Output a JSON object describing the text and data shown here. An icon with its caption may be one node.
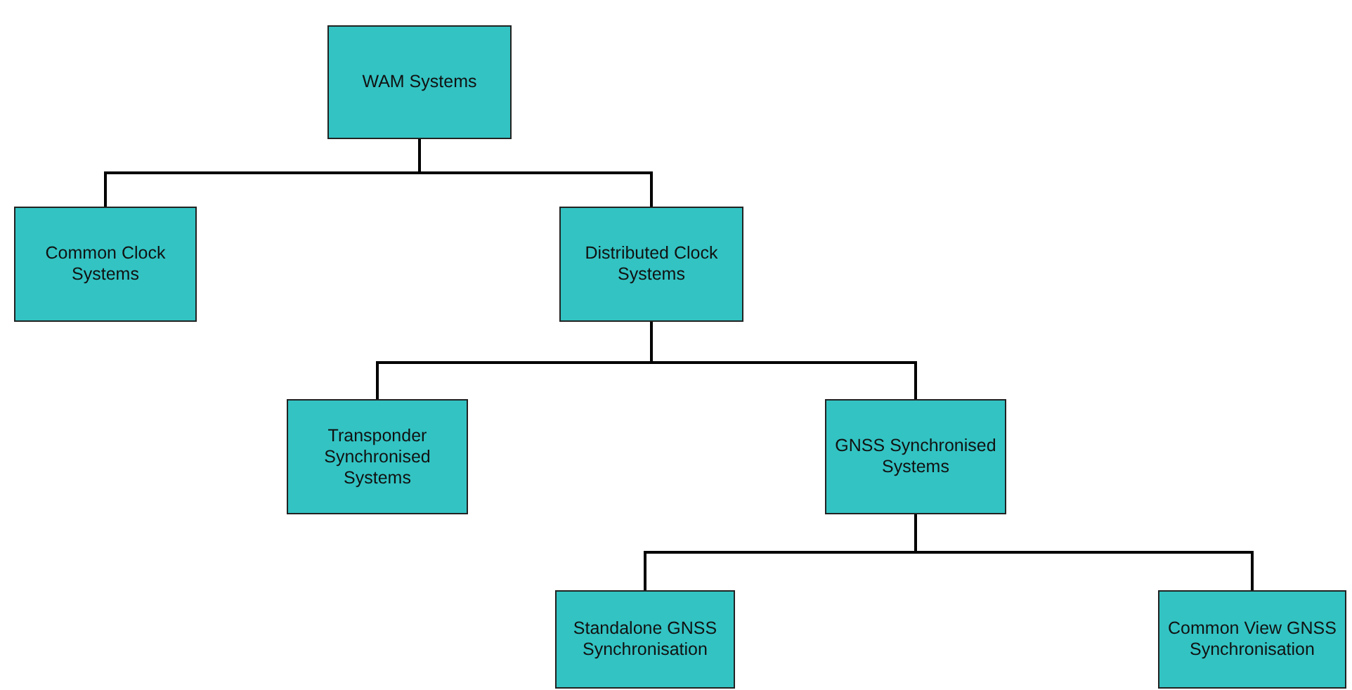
{
  "diagram": {
    "nodes": [
      {
        "text": [
          "WAM Systems"
        ]
      },
      {
        "text": [
          "Common Clock Systems"
        ]
      },
      {
        "text": [
          "Distributed Clock Systems"
        ]
      },
      {
        "text": [
          "Transponder Synchronised Systems"
        ]
      },
      {
        "text": [
          "GNSS Synchronised Systems"
        ]
      },
      {
        "text": [
          "Standalone GNSS Synchronisation"
        ]
      },
      {
        "text": [
          "Common View GNSS Synchronisation"
        ]
      }
    ],
    "edges": [
      {
        "from": 0,
        "to": 1,
        "arrow": "none"
      },
      {
        "from": 0,
        "to": 2,
        "arrow": "none"
      },
      {
        "from": 2,
        "to": 3,
        "arrow": "none"
      },
      {
        "from": 2,
        "to": 4,
        "arrow": "none"
      },
      {
        "from": 4,
        "to": 5,
        "arrow": "none"
      },
      {
        "from": 4,
        "to": 6,
        "arrow": "none"
      }
    ]
  }
}
